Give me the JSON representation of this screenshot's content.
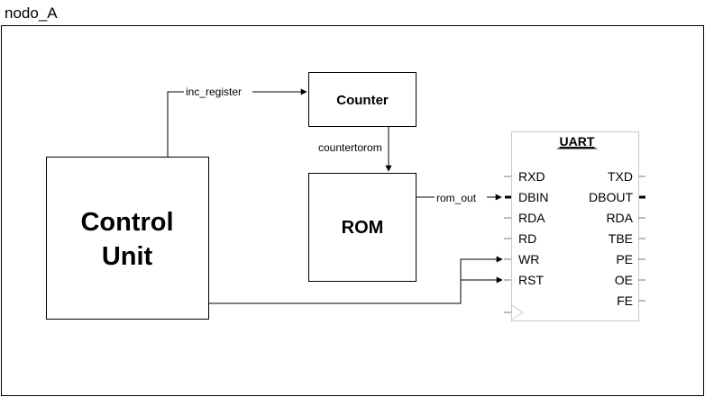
{
  "container": {
    "label": "nodo_A"
  },
  "blocks": {
    "control_unit": {
      "line1": "Control",
      "line2": "Unit"
    },
    "counter": {
      "label": "Counter"
    },
    "rom": {
      "label": "ROM"
    },
    "uart": {
      "title": "UART",
      "inputs": [
        "RXD",
        "DBIN",
        "RDA",
        "RD",
        "WR",
        "RST"
      ],
      "outputs": [
        "TXD",
        "DBOUT",
        "RDA",
        "TBE",
        "PE",
        "OE",
        "FE"
      ]
    }
  },
  "wires": {
    "inc_register": "inc_register",
    "countertorom": "countertorom",
    "rom_out": "rom_out"
  }
}
